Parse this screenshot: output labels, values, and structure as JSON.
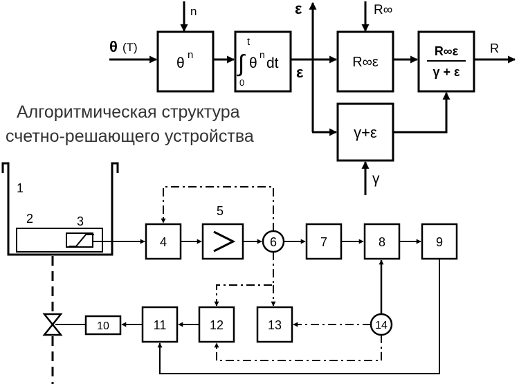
{
  "caption": {
    "line1": "Алгоритмическая структура",
    "line2": "счетно-решающего устройства"
  },
  "algorithm": {
    "input_theta": "θ",
    "input_T": "(T)",
    "exp_n": "n",
    "power_base": "θ",
    "power_exp": "n",
    "int_upper": "t",
    "int_lower": "0",
    "int_sign": "∫",
    "int_body": "θ",
    "int_exp": "n",
    "int_d": "dt",
    "epsilon": "ε",
    "epsilon_top": "ε",
    "r_inf_in": "R∞",
    "mult_block": "R∞ε",
    "sum_block": "γ+ε",
    "div_num": "R∞ε",
    "div_den": "γ + ε",
    "output": "R",
    "gamma_in": "γ"
  },
  "device": {
    "n1": "1",
    "n2": "2",
    "n3": "3",
    "n4": "4",
    "n5": "5",
    "n6": "6",
    "n7": "7",
    "n8": "8",
    "n9": "9",
    "n10": "10",
    "n11": "11",
    "n12": "12",
    "n13": "13",
    "n14": "14"
  }
}
